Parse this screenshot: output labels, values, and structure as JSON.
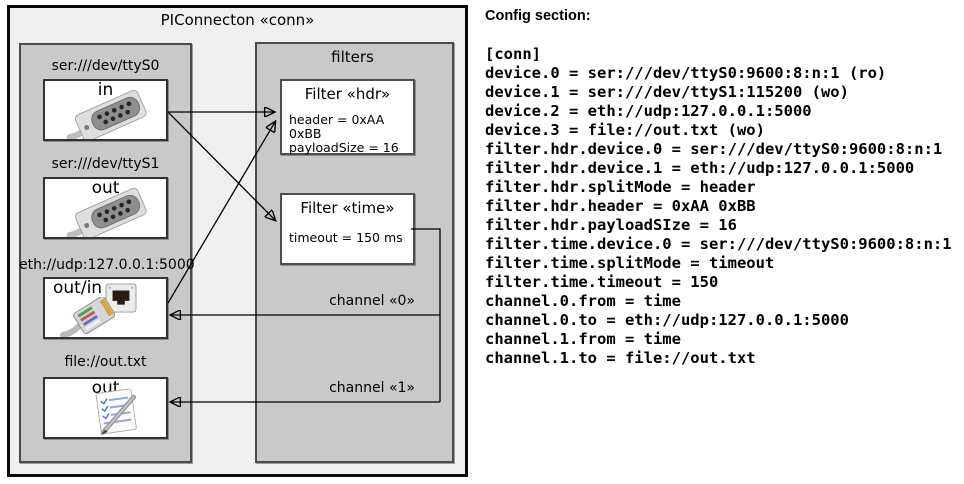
{
  "diagram": {
    "title": "PIConnecton «conn»",
    "filters_panel_label": "filters",
    "devices": [
      {
        "label": "ser:///dev/ttyS0",
        "direction": "in",
        "icon": "serial-connector-icon"
      },
      {
        "label": "ser:///dev/ttyS1",
        "direction": "out",
        "icon": "serial-connector-icon"
      },
      {
        "label": "eth://udp:127.0.0.1:5000",
        "direction": "out/in",
        "icon": "ethernet-connector-icon"
      },
      {
        "label": "file://out.txt",
        "direction": "out",
        "icon": "notepad-icon"
      }
    ],
    "filters": [
      {
        "title": "Filter «hdr»",
        "attributes": [
          "header = 0xAA 0xBB",
          "payloadSize = 16"
        ]
      },
      {
        "title": "Filter «time»",
        "attributes": [
          "timeout = 150 ms"
        ]
      }
    ],
    "channels": [
      {
        "label": "channel «0»"
      },
      {
        "label": "channel «1»"
      }
    ],
    "colors": {
      "outer_bg": "#f0f0f0",
      "panel_bg": "#c9c9c9",
      "box_bg": "#ffffff",
      "line": "#000000"
    }
  },
  "config": {
    "heading": "Config section:",
    "lines": [
      "[conn]",
      "device.0 = ser:///dev/ttyS0:9600:8:n:1 (ro)",
      "device.1 = ser:///dev/ttyS1:115200 (wo)",
      "device.2 = eth://udp:127.0.0.1:5000",
      "device.3 = file://out.txt (wo)",
      "filter.hdr.device.0 = ser:///dev/ttyS0:9600:8:n:1",
      "filter.hdr.device.1 = eth://udp:127.0.0.1:5000",
      "filter.hdr.splitMode = header",
      "filter.hdr.header = 0xAA 0xBB",
      "filter.hdr.payloadSIze = 16",
      "filter.time.device.0 = ser:///dev/ttyS0:9600:8:n:1",
      "filter.time.splitMode = timeout",
      "filter.time.timeout = 150",
      "channel.0.from = time",
      "channel.0.to = eth://udp:127.0.0.1:5000",
      "channel.1.from = time",
      "channel.1.to = file://out.txt"
    ]
  }
}
